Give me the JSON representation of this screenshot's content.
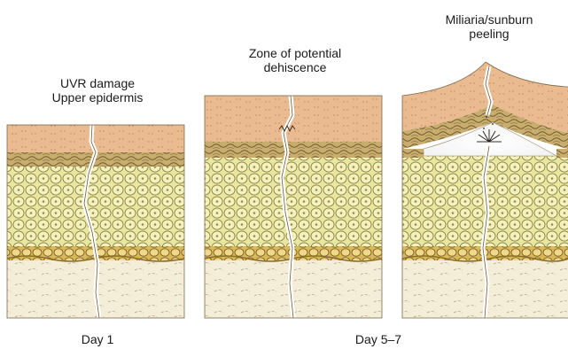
{
  "labels": {
    "panel1_title_line1": "UVR damage",
    "panel1_title_line2": "Upper epidermis",
    "panel2_title_line1": "Zone of potential",
    "panel2_title_line2": "dehiscence",
    "panel3_title_line1": "Miliaria/sunburn",
    "panel3_title_line2": "peeling",
    "day1": "Day 1",
    "day5_7": "Day 5–7"
  },
  "colors": {
    "stratum_corneum": "#e9b98f",
    "granular_layer": "#b79a5d",
    "spinous_cells": "#e8e7a2",
    "basal_cells": "#e0c46a",
    "dermis": "#f4edd8",
    "outline": "#6e5a3a",
    "background": "#ffffff"
  }
}
